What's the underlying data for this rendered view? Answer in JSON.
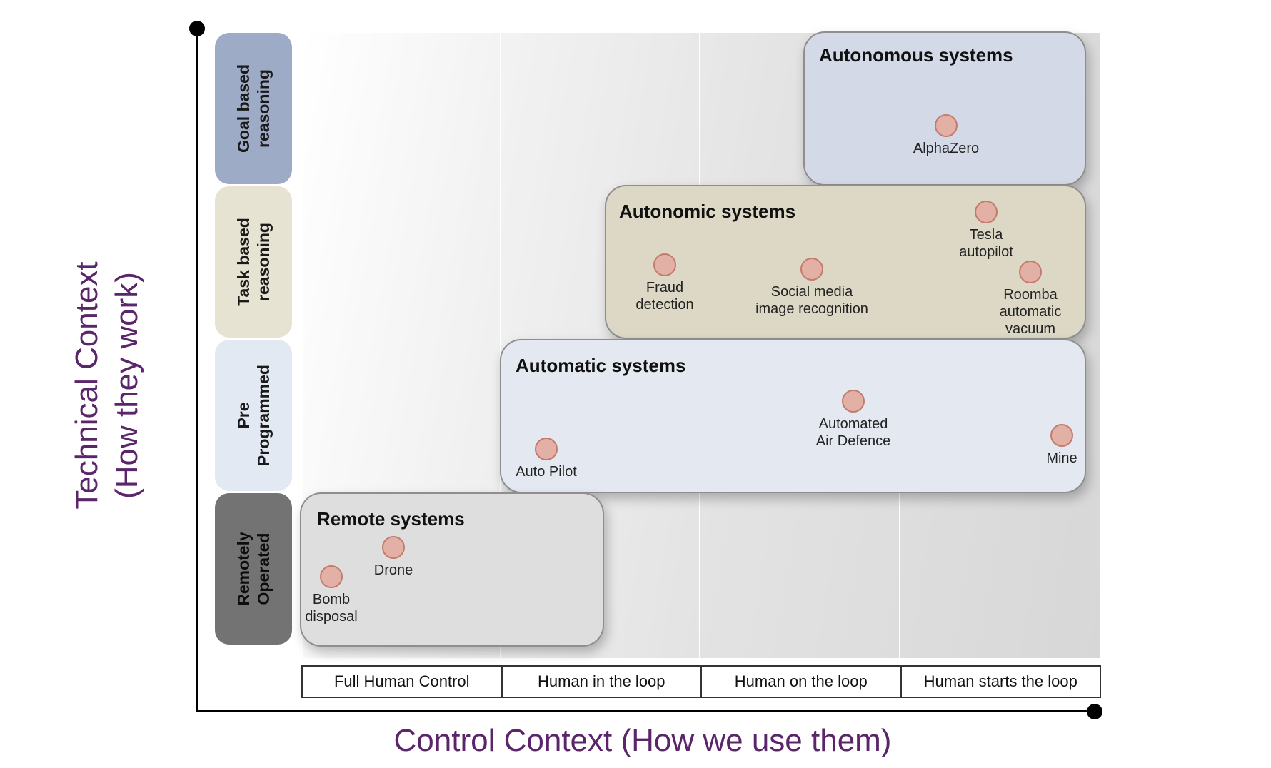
{
  "axes": {
    "y_title": [
      "Technical Context",
      "(How they work)"
    ],
    "x_title": "Control Context (How we use them)"
  },
  "technical_levels": [
    {
      "lines": [
        "Goal based",
        "reasoning"
      ],
      "color": "#9eabc6",
      "text_color": "#1a1a1a"
    },
    {
      "lines": [
        "Task based",
        "reasoning"
      ],
      "color": "#e7e3d2",
      "text_color": "#1a1a1a"
    },
    {
      "lines": [
        "Pre",
        "Programmed"
      ],
      "color": "#e3e9f3",
      "text_color": "#1a1a1a"
    },
    {
      "lines": [
        "Remotely",
        "Operated"
      ],
      "color": "#737373",
      "text_color": "#0d0d0d"
    }
  ],
  "control_levels": [
    "Full Human Control",
    "Human in the loop",
    "Human on the loop",
    "Human starts the loop"
  ],
  "systems": [
    {
      "title": "Autonomous systems",
      "color": "#d3d9e6",
      "points": [
        {
          "lines": [
            "AlphaZero"
          ]
        }
      ]
    },
    {
      "title": "Autonomic systems",
      "color": "#dcd8c5",
      "points": [
        {
          "lines": [
            "Fraud",
            "detection"
          ]
        },
        {
          "lines": [
            "Social media",
            "image recognition"
          ]
        },
        {
          "lines": [
            "Tesla",
            "autopilot"
          ]
        },
        {
          "lines": [
            "Roomba",
            "automatic",
            "vacuum"
          ]
        }
      ]
    },
    {
      "title": "Automatic systems",
      "color": "#e4e9f1",
      "points": [
        {
          "lines": [
            "Auto Pilot"
          ]
        },
        {
          "lines": [
            "Automated",
            "Air Defence"
          ]
        },
        {
          "lines": [
            "Mine"
          ]
        }
      ]
    },
    {
      "title": "Remote systems",
      "color": "#dedede",
      "points": [
        {
          "lines": [
            "Drone"
          ]
        },
        {
          "lines": [
            "Bomb",
            "disposal"
          ]
        }
      ]
    }
  ]
}
